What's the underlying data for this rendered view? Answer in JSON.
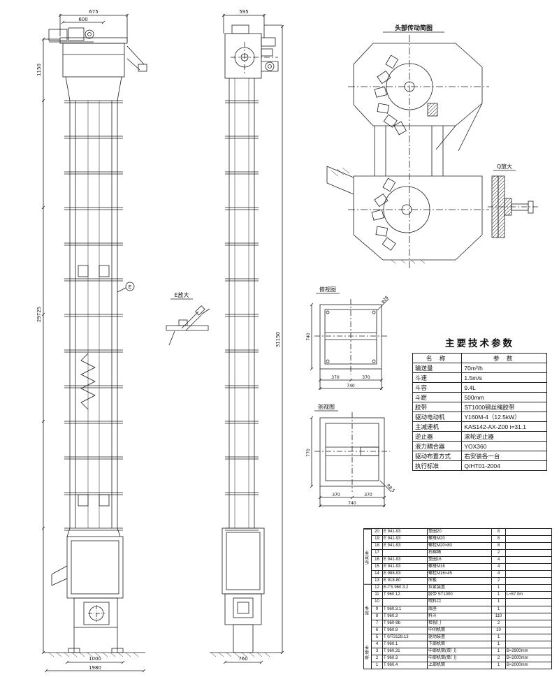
{
  "drawing": {
    "front": {
      "dim_top": "675",
      "dim_top2": "600",
      "dim_left": "29725",
      "dim_left2": "1150",
      "dim_bottom": "1000",
      "dim_bottom2": "1980",
      "detail_marker": "E"
    },
    "side": {
      "dim_top": "595",
      "dim_right": "31150",
      "dim_bottom": "760"
    },
    "head_detail": {
      "title": "头部传动简图"
    },
    "q_detail": {
      "label": "Q放大"
    },
    "e_detail": {
      "label": "E放大"
    },
    "section1": {
      "label": "俯视图",
      "callout": "φ28",
      "dim_left": "740",
      "dim_a": "370",
      "dim_b": "370",
      "dim_total": "740"
    },
    "section2": {
      "label": "剖视图",
      "callout": "R8.5",
      "dim_left": "770",
      "dim_a": "370",
      "dim_b": "370",
      "dim_total": "740"
    }
  },
  "params_table": {
    "title": "主要技术参数",
    "headers": [
      "名  称",
      "参  数"
    ],
    "rows": [
      [
        "输送量",
        "70m³/h"
      ],
      [
        "斗速",
        "1.5m/s"
      ],
      [
        "斗容",
        "9.4L"
      ],
      [
        "斗距",
        "500mm"
      ],
      [
        "胶带",
        "ST1000钢丝绳胶带"
      ],
      [
        "驱动电动机",
        "Y160M-4（12.5kW）"
      ],
      [
        "主减速机",
        "KAS142-AX-Z00  i=31.1"
      ],
      [
        "逆止器",
        "滚轮逆止器"
      ],
      [
        "液力耦合器",
        "YOX360"
      ],
      [
        "驱动布置方式",
        "右安装各一台"
      ],
      [
        "执行标准",
        "Q/HT01-2004"
      ]
    ]
  },
  "parts_table": {
    "groups": [
      {
        "label": "标准件",
        "span": 8
      },
      {
        "label": "部件",
        "span": 8
      },
      {
        "label": "焊接件",
        "span": 4
      }
    ],
    "rows": [
      {
        "no": "20",
        "code": "E 941-93",
        "name": "垫圈20",
        "qty": "8",
        "remark": ""
      },
      {
        "no": "19",
        "code": "E 941-93",
        "name": "螺母M20",
        "qty": "8",
        "remark": ""
      },
      {
        "no": "18",
        "code": "E 941-93",
        "name": "螺栓M20×80",
        "qty": "8",
        "remark": ""
      },
      {
        "no": "17",
        "code": "",
        "name": "石棉绳",
        "qty": "2",
        "remark": ""
      },
      {
        "no": "16",
        "code": "E 941-93",
        "name": "垫圈16",
        "qty": "4",
        "remark": ""
      },
      {
        "no": "15",
        "code": "E 941-93",
        "name": "螺母M16",
        "qty": "4",
        "remark": ""
      },
      {
        "no": "14",
        "code": "E 988-93",
        "name": "螺栓M16×45",
        "qty": "4",
        "remark": ""
      },
      {
        "no": "13",
        "code": "E 918-80",
        "name": "压板",
        "qty": "2",
        "remark": ""
      },
      {
        "no": "12",
        "code": "E-TS 960.3.2",
        "name": "拉紧装置",
        "qty": "1",
        "remark": ""
      },
      {
        "no": "11",
        "code": "T 960.12",
        "name": "胶带 ST1000",
        "qty": "1",
        "remark": "L≈57.0m"
      },
      {
        "no": "10",
        "code": "",
        "name": "喂料口",
        "qty": "1",
        "remark": ""
      },
      {
        "no": "9",
        "code": "T 960.3.1",
        "name": "底座",
        "qty": "1",
        "remark": ""
      },
      {
        "no": "8",
        "code": "T 960.3",
        "name": "料斗",
        "qty": "110",
        "remark": ""
      },
      {
        "no": "7",
        "code": "T 960-9b",
        "name": "检视门",
        "qty": "2",
        "remark": ""
      },
      {
        "no": "6",
        "code": "T 960.8",
        "name": "中间机筒",
        "qty": "10",
        "remark": ""
      },
      {
        "no": "5",
        "code": "T 0/T3128.13",
        "name": "驱动装置",
        "qty": "1",
        "remark": ""
      },
      {
        "no": "4",
        "code": "T 960.1",
        "name": "下部机筒",
        "qty": "1",
        "remark": ""
      },
      {
        "no": "3",
        "code": "T 960.31",
        "name": "中部机筒(双门)",
        "qty": "1",
        "remark": "B≈2900mm"
      },
      {
        "no": "2",
        "code": "T 960.3",
        "name": "中部机筒(单门)",
        "qty": "2",
        "remark": "B≈2000mm"
      },
      {
        "no": "1",
        "code": "T 960.4",
        "name": "上部机筒",
        "qty": "1",
        "remark": "B≈2000mm"
      }
    ]
  }
}
